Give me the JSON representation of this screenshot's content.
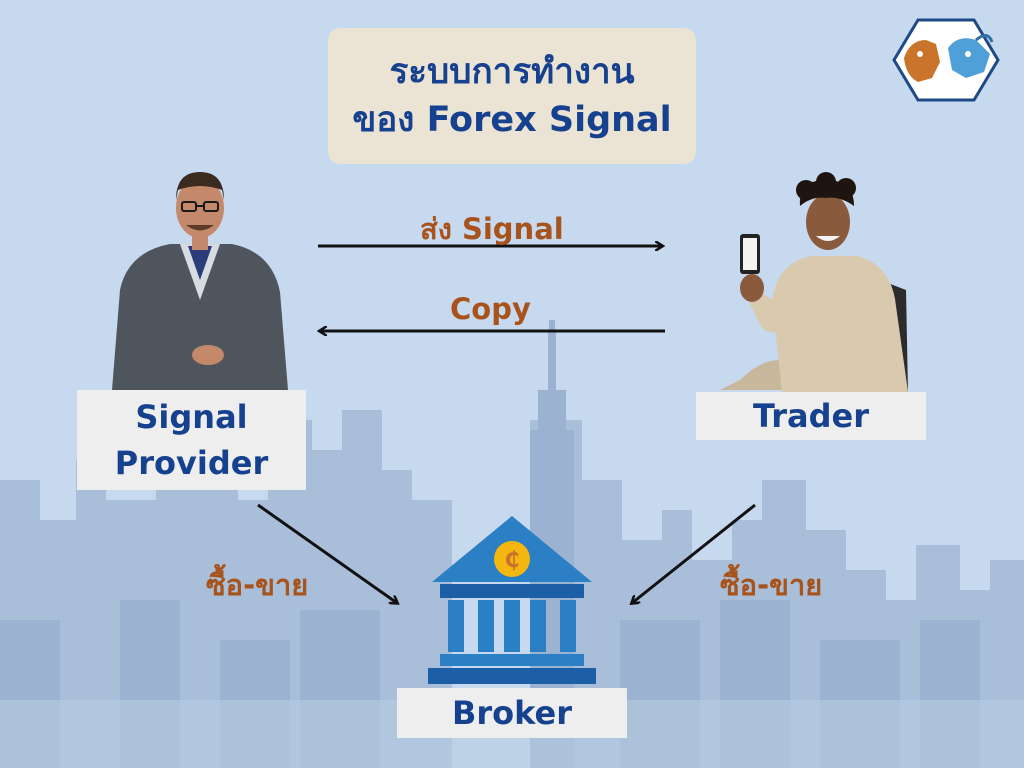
{
  "title": {
    "line1": "ระบบการทำงาน",
    "line2": "ของ Forex Signal"
  },
  "nodes": {
    "provider": {
      "line1": "Signal",
      "line2": "Provider"
    },
    "trader": {
      "label": "Trader"
    },
    "broker": {
      "label": "Broker",
      "coin_symbol": "₵"
    }
  },
  "edges": {
    "send": {
      "label": "ส่ง Signal"
    },
    "copy": {
      "label": "Copy"
    },
    "provider_broker": {
      "label": "ซื้อ-ขาย"
    },
    "trader_broker": {
      "label": "ซื้อ-ขาย"
    }
  },
  "colors": {
    "title_text": "#16418f",
    "label_text": "#a8531b",
    "title_box": "#ebe3d3",
    "label_box": "#eeeeee",
    "broker_blue": "#2a7fc5",
    "coin": "#f5b70f",
    "background": "#c6d9ee"
  },
  "icons": {
    "logo": "bull-bear-logo",
    "broker": "bank-building-icon",
    "provider": "businessman-photo",
    "trader": "young-man-with-phone-photo"
  }
}
